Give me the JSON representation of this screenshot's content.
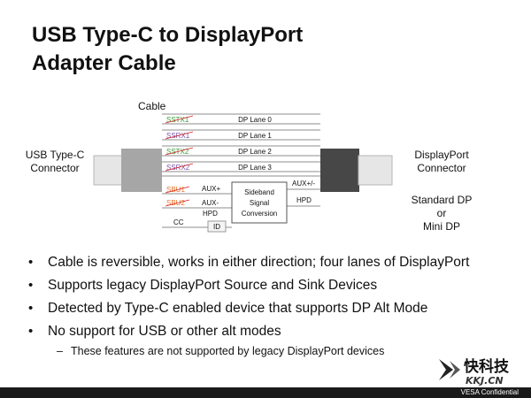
{
  "slide": {
    "title_line1": "USB Type-C to DisplayPort",
    "title_line2": "Adapter Cable"
  },
  "diagram": {
    "cable_label": "Cable",
    "left_connector": [
      "USB Type-C",
      "Connector"
    ],
    "right_connector": [
      "DisplayPort",
      "Connector"
    ],
    "dp_variants": [
      "Standard DP",
      "or",
      "Mini DP"
    ],
    "lanes": [
      {
        "pin": "SSTX1",
        "signal": "DP Lane 0",
        "pin_color": "#3a9a3a"
      },
      {
        "pin": "SSRX1",
        "signal": "DP Lane 1",
        "pin_color": "#7a4fa8"
      },
      {
        "pin": "SSTX2",
        "signal": "DP Lane 2",
        "pin_color": "#3a9a3a"
      },
      {
        "pin": "SSRX2",
        "signal": "DP Lane 3",
        "pin_color": "#7a4fa8"
      }
    ],
    "sbu1": "SBU1",
    "sbu2": "SBU2",
    "sbu_color": "#e8732a",
    "strike_color": "#d92020",
    "aux_plus": "AUX+",
    "aux_minus": "AUX-",
    "hpd_left": "HPD",
    "cc": "CC",
    "id": "ID",
    "sideband": [
      "Sideband",
      "Signal",
      "Conversion"
    ],
    "aux_pm": "AUX+/-",
    "hpd_right": "HPD"
  },
  "bullets": [
    "Cable is reversible, works in either direction; four lanes of DisplayPort",
    "Supports legacy DisplayPort Source and Sink Devices",
    "Detected by Type-C enabled device that supports DP Alt Mode",
    "No support for USB or other alt modes"
  ],
  "sub_bullet": "These features are not supported by legacy DisplayPort devices",
  "footer": {
    "logo_text": "快科技",
    "logo_sub": "KKJ.CN",
    "confidential": "VESA Confidential"
  }
}
